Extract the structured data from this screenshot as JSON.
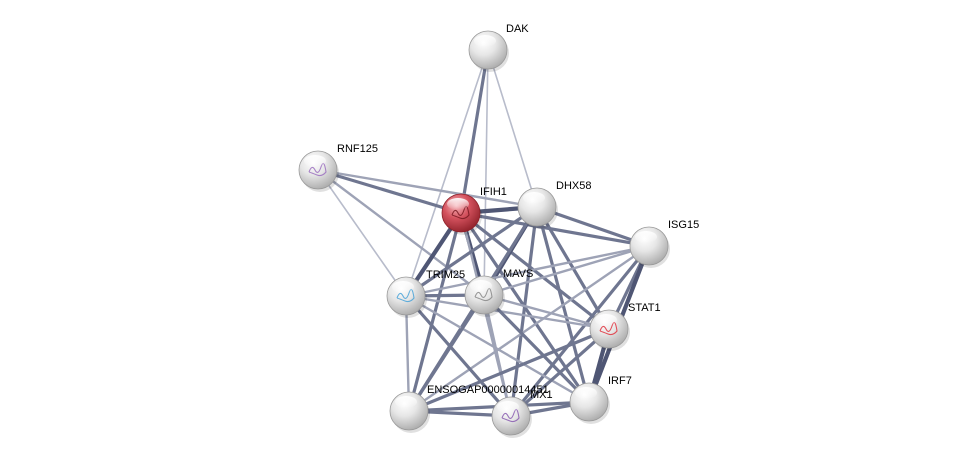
{
  "network": {
    "nodes": [
      {
        "id": "DAK",
        "label": "DAK",
        "color": "#d8d8d8",
        "highlight": false,
        "structure": false
      },
      {
        "id": "RNF125",
        "label": "RNF125",
        "color": "#d8d8d8",
        "highlight": false,
        "structure": true,
        "structure_color": "#9b6fc0"
      },
      {
        "id": "IFIH1",
        "label": "IFIH1",
        "color": "#d4525e",
        "highlight": true,
        "structure": true,
        "structure_color": "#7a1a22"
      },
      {
        "id": "DHX58",
        "label": "DHX58",
        "color": "#d8d8d8",
        "highlight": false,
        "structure": false
      },
      {
        "id": "ISG15",
        "label": "ISG15",
        "color": "#d8d8d8",
        "highlight": false,
        "structure": false
      },
      {
        "id": "TRIM25",
        "label": "TRIM25",
        "color": "#d8d8d8",
        "highlight": false,
        "structure": true,
        "structure_color": "#4aa3d8"
      },
      {
        "id": "MAVS",
        "label": "MAVS",
        "color": "#d8d8d8",
        "highlight": false,
        "structure": true,
        "structure_color": "#888888"
      },
      {
        "id": "STAT1",
        "label": "STAT1",
        "color": "#d8d8d8",
        "highlight": false,
        "structure": true,
        "structure_color": "#e0343f"
      },
      {
        "id": "IRF7",
        "label": "IRF7",
        "color": "#d8d8d8",
        "highlight": false,
        "structure": false
      },
      {
        "id": "ENSOGAP00000014451",
        "label": "ENSOGAP00000014451",
        "color": "#d8d8d8",
        "highlight": false,
        "structure": false
      },
      {
        "id": "MX1",
        "label": "MX1",
        "color": "#d8d8d8",
        "highlight": false,
        "structure": true,
        "structure_color": "#8a5cb0"
      }
    ],
    "edges": [
      {
        "source": "DAK",
        "target": "IFIH1",
        "strength": 3
      },
      {
        "source": "DAK",
        "target": "DHX58",
        "strength": 1
      },
      {
        "source": "DAK",
        "target": "TRIM25",
        "strength": 1
      },
      {
        "source": "DAK",
        "target": "MAVS",
        "strength": 1
      },
      {
        "source": "RNF125",
        "target": "IFIH1",
        "strength": 3
      },
      {
        "source": "RNF125",
        "target": "DHX58",
        "strength": 2
      },
      {
        "source": "RNF125",
        "target": "TRIM25",
        "strength": 1
      },
      {
        "source": "RNF125",
        "target": "MAVS",
        "strength": 2
      },
      {
        "source": "IFIH1",
        "target": "DHX58",
        "strength": 4
      },
      {
        "source": "IFIH1",
        "target": "ISG15",
        "strength": 3
      },
      {
        "source": "IFIH1",
        "target": "TRIM25",
        "strength": 4
      },
      {
        "source": "IFIH1",
        "target": "MAVS",
        "strength": 4
      },
      {
        "source": "IFIH1",
        "target": "STAT1",
        "strength": 3
      },
      {
        "source": "IFIH1",
        "target": "IRF7",
        "strength": 3
      },
      {
        "source": "IFIH1",
        "target": "ENSOGAP00000014451",
        "strength": 3
      },
      {
        "source": "IFIH1",
        "target": "MX1",
        "strength": 2
      },
      {
        "source": "DHX58",
        "target": "ISG15",
        "strength": 3
      },
      {
        "source": "DHX58",
        "target": "TRIM25",
        "strength": 3
      },
      {
        "source": "DHX58",
        "target": "MAVS",
        "strength": 4
      },
      {
        "source": "DHX58",
        "target": "STAT1",
        "strength": 3
      },
      {
        "source": "DHX58",
        "target": "IRF7",
        "strength": 3
      },
      {
        "source": "DHX58",
        "target": "ENSOGAP00000014451",
        "strength": 3
      },
      {
        "source": "DHX58",
        "target": "MX1",
        "strength": 3
      },
      {
        "source": "ISG15",
        "target": "TRIM25",
        "strength": 2
      },
      {
        "source": "ISG15",
        "target": "MAVS",
        "strength": 2
      },
      {
        "source": "ISG15",
        "target": "STAT1",
        "strength": 3
      },
      {
        "source": "ISG15",
        "target": "IRF7",
        "strength": 4
      },
      {
        "source": "ISG15",
        "target": "MX1",
        "strength": 3
      },
      {
        "source": "ISG15",
        "target": "ENSOGAP00000014451",
        "strength": 2
      },
      {
        "source": "TRIM25",
        "target": "MAVS",
        "strength": 3
      },
      {
        "source": "TRIM25",
        "target": "STAT1",
        "strength": 2
      },
      {
        "source": "TRIM25",
        "target": "ENSOGAP00000014451",
        "strength": 2
      },
      {
        "source": "TRIM25",
        "target": "MX1",
        "strength": 3
      },
      {
        "source": "TRIM25",
        "target": "IRF7",
        "strength": 2
      },
      {
        "source": "MAVS",
        "target": "STAT1",
        "strength": 2
      },
      {
        "source": "MAVS",
        "target": "IRF7",
        "strength": 3
      },
      {
        "source": "MAVS",
        "target": "ENSOGAP00000014451",
        "strength": 3
      },
      {
        "source": "MAVS",
        "target": "MX1",
        "strength": 2
      },
      {
        "source": "STAT1",
        "target": "IRF7",
        "strength": 4
      },
      {
        "source": "STAT1",
        "target": "ENSOGAP00000014451",
        "strength": 3
      },
      {
        "source": "STAT1",
        "target": "MX1",
        "strength": 3
      },
      {
        "source": "IRF7",
        "target": "ENSOGAP00000014451",
        "strength": 3
      },
      {
        "source": "IRF7",
        "target": "MX1",
        "strength": 3
      },
      {
        "source": "ENSOGAP00000014451",
        "target": "MX1",
        "strength": 3
      }
    ],
    "edge_colors": {
      "1": "#b8bccb",
      "2": "#9ea3b6",
      "3": "#6f7690",
      "4": "#4f5674"
    }
  }
}
